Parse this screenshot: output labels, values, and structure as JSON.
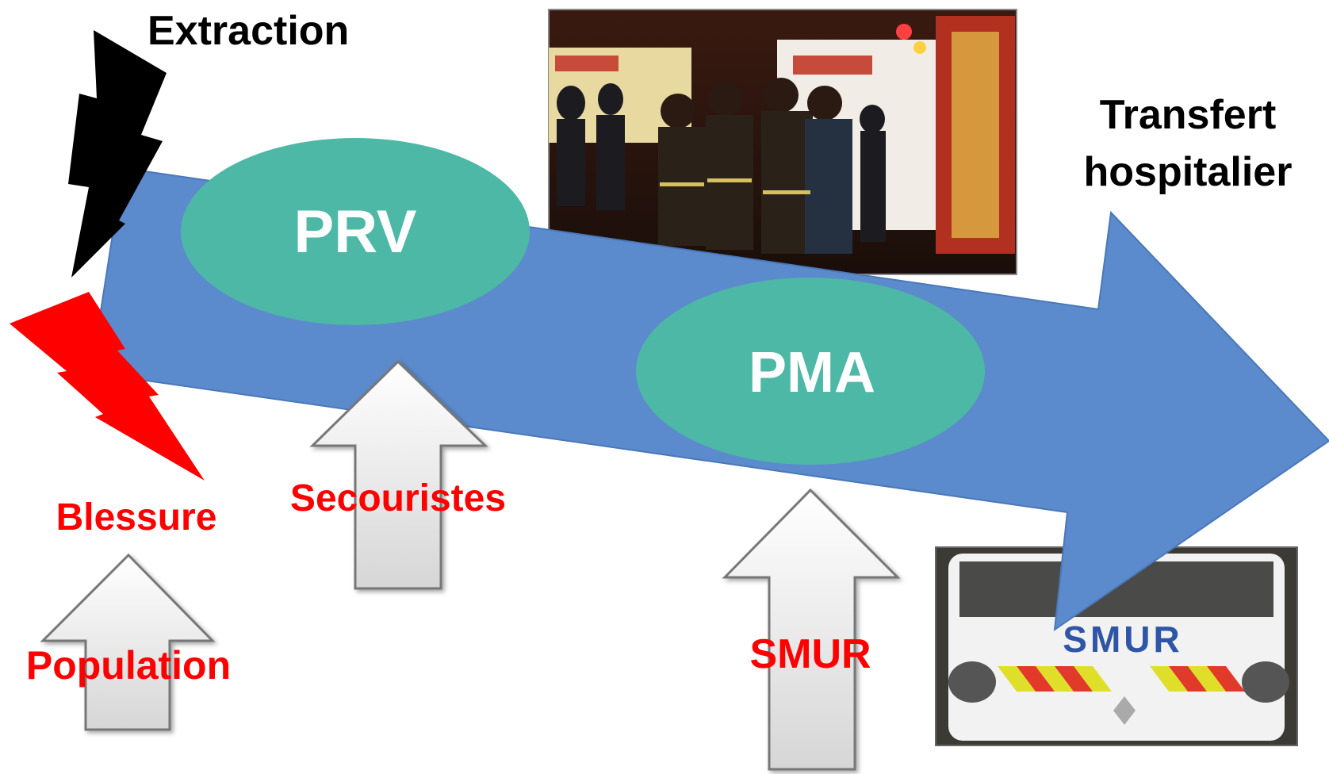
{
  "diagram": {
    "title": "Extraction",
    "transfer_label": {
      "line1": "Transfert",
      "line2": "hospitalier"
    },
    "nodes": [
      {
        "id": "prv",
        "label": "PRV",
        "color": "#4db8a6"
      },
      {
        "id": "pma",
        "label": "PMA",
        "color": "#4db8a6"
      }
    ],
    "inputs": [
      {
        "id": "population",
        "label": "Population",
        "color": "#ff0000"
      },
      {
        "id": "secouristes",
        "label": "Secouristes",
        "color": "#ff0000"
      },
      {
        "id": "smur",
        "label": "SMUR",
        "color": "#ff0000"
      }
    ],
    "event": {
      "label": "Blessure",
      "color": "#ff0000"
    },
    "photos": {
      "scene": {
        "description_icon": "firefighters-photo"
      },
      "ambulance": {
        "text": "SMUR"
      }
    },
    "colors": {
      "main_arrow": "#5b8bcc",
      "node_fill": "#4db8a6",
      "input_arrow_fill": "#eeeeee",
      "extraction_bolt": "#000000",
      "injury_bolt": "#ff0000"
    }
  }
}
